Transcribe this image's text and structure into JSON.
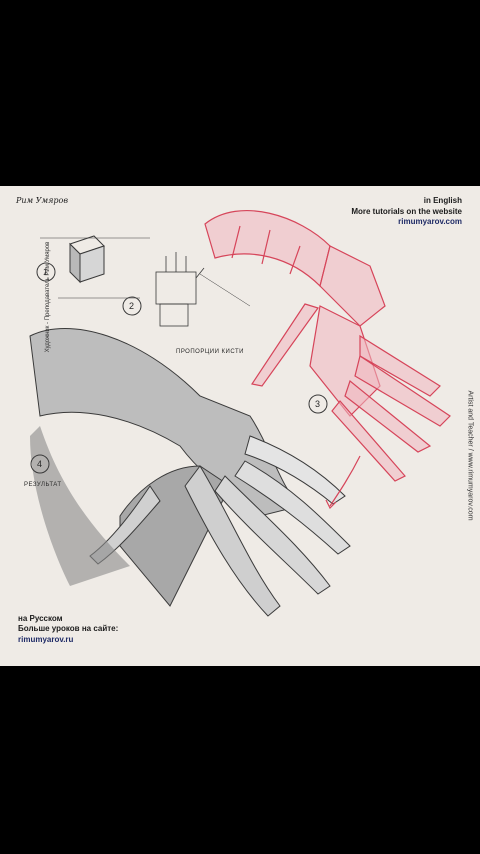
{
  "header": {
    "title": "in English",
    "subtitle": "More tutorials on the website",
    "site": "rimumyarov.com"
  },
  "footer_ru": {
    "title": "на Русском",
    "subtitle": "Больше уроков на сайте:",
    "site": "rimumyarov.ru"
  },
  "side_text": {
    "left": "Художник - Преподаватель Рим Умяров",
    "right": "Artist and Teacher / www.rimumyarov.com"
  },
  "signature": "Рим Умяров",
  "sketch_labels": {
    "step1": "1",
    "step2": "2",
    "step3": "3",
    "step4": "4",
    "proportions": "ПРОПОРЦИИ КИСТИ",
    "result": "РЕЗУЛЬТАТ"
  },
  "colors": {
    "paper": "#efebe6",
    "red_sketch": "#d6455a",
    "red_fill": "#f0b7bf",
    "pencil": "#3a3a3a",
    "background": "#000000"
  }
}
